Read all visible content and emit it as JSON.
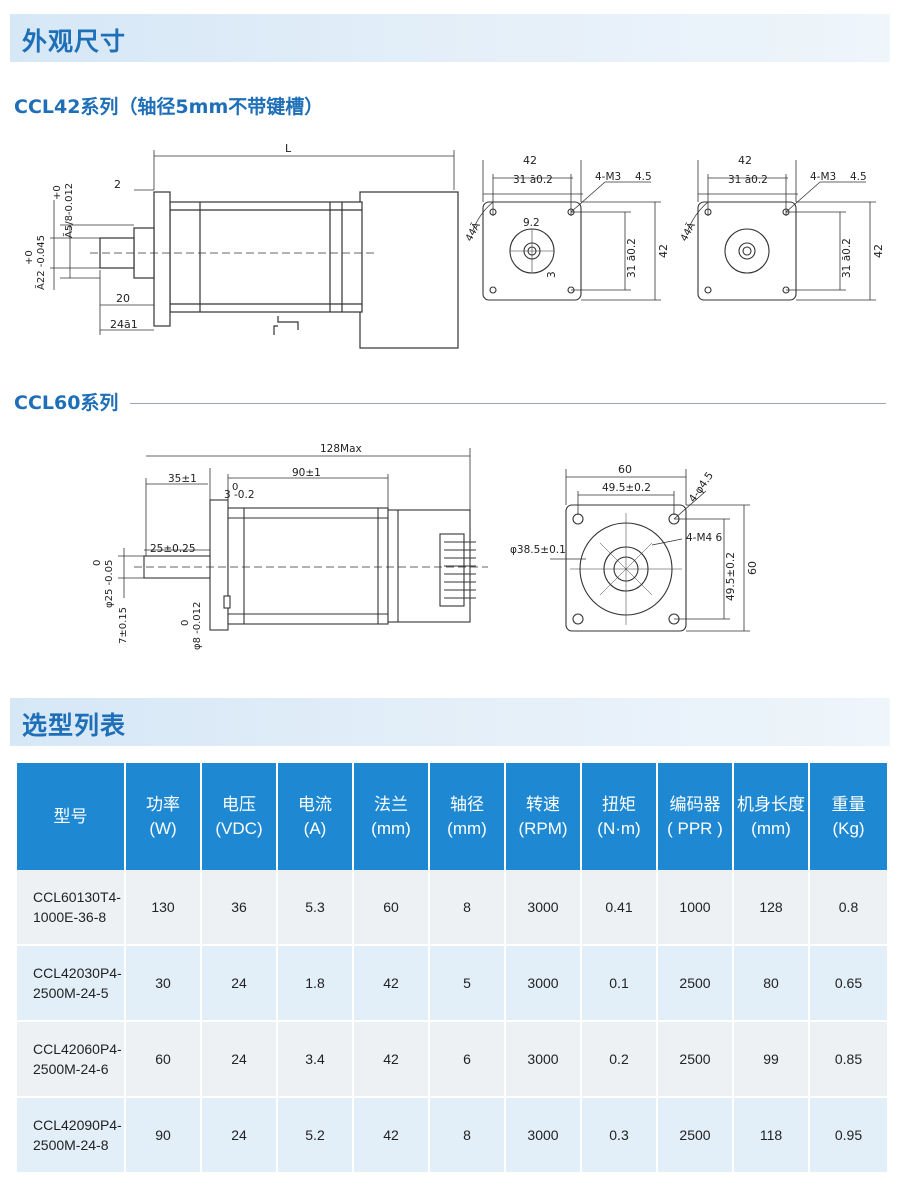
{
  "sections": {
    "dimensions_title": "外观尺寸",
    "selection_title": "选型列表"
  },
  "ccl42": {
    "title": "CCL42系列（轴径5mm不带键槽）",
    "side": {
      "length": "L",
      "flange_offset": "2",
      "shaft_dia_upper": "+0",
      "shaft_dia_value": "Ã5/8-0.012",
      "boss_dia_upper": "+0",
      "boss_dia_value": "Ã22 -0.045",
      "shaft_len1": "20",
      "shaft_len2": "24ā1"
    },
    "front_a": {
      "width": "42",
      "hole_spacing": "31 ā0.2",
      "holes": "4-M3",
      "hole_depth": "4.5",
      "diag": "44Ã",
      "d_cut": "9.2",
      "d_small": "3",
      "v_spacing": "31 ā0.2",
      "height": "42"
    },
    "front_b": {
      "width": "42",
      "hole_spacing": "31 ā0.2",
      "holes": "4-M3",
      "hole_depth": "4.5",
      "diag": "44Ã",
      "v_spacing": "31 ā0.2",
      "height": "42"
    }
  },
  "ccl60": {
    "title": "CCL60系列",
    "side": {
      "max_length": "128Max",
      "shaft_len": "35±1",
      "body_len": "90±1",
      "step_upper": "0",
      "step_value": "3 -0.2",
      "boss_len": "25±0.25",
      "boss_dia_upper": "0",
      "boss_dia_value": "φ25 -0.05",
      "offset": "7±0.15",
      "shaft_dia_upper": "0",
      "shaft_dia_value": "φ8 -0.012"
    },
    "front": {
      "width": "60",
      "hole_spacing": "49.5±0.2",
      "holes_big": "4-φ4.5",
      "holes_small": "4-M4 6",
      "pcd": "φ38.5±0.1",
      "v_spacing": "49.5±0.2",
      "height": "60"
    }
  },
  "table": {
    "headers": [
      {
        "l1": "型号",
        "l2": ""
      },
      {
        "l1": "功率",
        "l2": "(W)"
      },
      {
        "l1": "电压",
        "l2": "(VDC)"
      },
      {
        "l1": "电流",
        "l2": "(A)"
      },
      {
        "l1": "法兰",
        "l2": "(mm)"
      },
      {
        "l1": "轴径",
        "l2": "(mm)"
      },
      {
        "l1": "转速",
        "l2": "(RPM)"
      },
      {
        "l1": "扭矩",
        "l2": "(N·m)"
      },
      {
        "l1": "编码器",
        "l2": "( PPR )"
      },
      {
        "l1": "机身长度",
        "l2": "(mm)"
      },
      {
        "l1": "重量",
        "l2": "(Kg)"
      }
    ],
    "rows": [
      {
        "model1": "CCL60130T4-",
        "model2": "1000E-36-8",
        "power": "130",
        "voltage": "36",
        "current": "5.3",
        "flange": "60",
        "shaft": "8",
        "speed": "3000",
        "torque": "0.41",
        "encoder": "1000",
        "length": "128",
        "weight": "0.8"
      },
      {
        "model1": "CCL42030P4-",
        "model2": "2500M-24-5",
        "power": "30",
        "voltage": "24",
        "current": "1.8",
        "flange": "42",
        "shaft": "5",
        "speed": "3000",
        "torque": "0.1",
        "encoder": "2500",
        "length": "80",
        "weight": "0.65"
      },
      {
        "model1": "CCL42060P4-",
        "model2": "2500M-24-6",
        "power": "60",
        "voltage": "24",
        "current": "3.4",
        "flange": "42",
        "shaft": "6",
        "speed": "3000",
        "torque": "0.2",
        "encoder": "2500",
        "length": "99",
        "weight": "0.85"
      },
      {
        "model1": "CCL42090P4-",
        "model2": "2500M-24-8",
        "power": "90",
        "voltage": "24",
        "current": "5.2",
        "flange": "42",
        "shaft": "8",
        "speed": "3000",
        "torque": "0.3",
        "encoder": "2500",
        "length": "118",
        "weight": "0.95"
      }
    ]
  },
  "colors": {
    "accent": "#1e6fb8",
    "header_bg": "#1e88d2",
    "row_light": "#eef1f4",
    "row_blue": "#e2eef8"
  }
}
